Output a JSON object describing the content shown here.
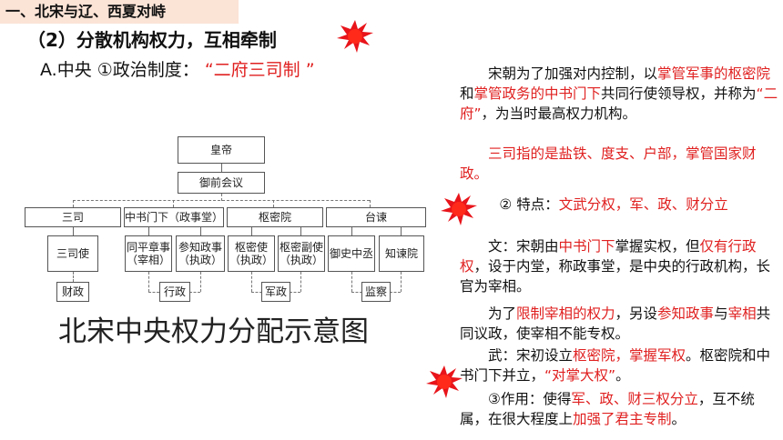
{
  "section_title": "一、北宋与辽、西夏对峙",
  "subtitle": "（2）分散机构权力，互相牵制",
  "line_a": {
    "prefix": "A.中央  ①政治制度：",
    "highlight": "“二府三司制  ”"
  },
  "diagram": {
    "top": "皇帝",
    "council": "御前会议",
    "branches": [
      "三司",
      "中书门下（政事堂）",
      "枢密院",
      "台谏"
    ],
    "subs": [
      "三司使",
      "同平章事\n（宰相）",
      "参知政事\n（执政）",
      "枢密使\n（执政）",
      "枢密副使\n（执政）",
      "御史中丞",
      "知谏院"
    ],
    "labels": [
      "财政",
      "行政",
      "军政",
      "监察"
    ],
    "caption": "北宋中央权力分配示意图"
  },
  "right": {
    "p1": {
      "a": "宋朝为了加强对内控制，以",
      "b": "掌管军事的枢密院",
      "c": "和",
      "d": "掌管政务的中书门下",
      "e": "共同行使领导权，并称为",
      "f": "“二府”",
      "g": "，为当时最高权力机构。"
    },
    "p2": "三司指的是盐铁、度支、户部，掌管国家财政。",
    "p3": {
      "a": "② 特点：",
      "b": "文武分权，军、政、财分立"
    },
    "p4": {
      "a": "文：宋朝由",
      "b": "中书门下",
      "c": "掌握实权，但",
      "d": "仅有行政权",
      "e": "，设于内堂，称政事堂，是中央的行政机构，长官为宰相。"
    },
    "p5": {
      "a": "为了",
      "b": "限制宰相的权力",
      "c": "，另设",
      "d": "参知政事",
      "e": "与",
      "f": "宰相",
      "g": "共同议政，使宰相不能专权。"
    },
    "p6": {
      "a": "武：宋初设立",
      "b": "枢密院，掌握军权",
      "c": "。枢密院和中书门下并立，",
      "d": "“对掌大权”",
      "e": "。"
    },
    "p7": {
      "a": "③作用：使得",
      "b": "军、政、财三权分立",
      "c": "，互不统属，在很大程度上",
      "d": "加强了君主专制",
      "e": "。"
    }
  },
  "colors": {
    "accent_red": "#e02020",
    "title_bg": "#fbe3d6"
  }
}
